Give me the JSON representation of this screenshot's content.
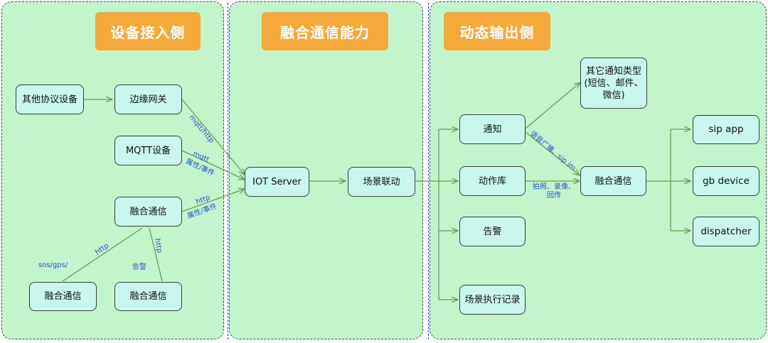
{
  "panels": {
    "access": {
      "title": "设备接入侧"
    },
    "core": {
      "title": "融合通信能力"
    },
    "output": {
      "title": "动态输出侧"
    }
  },
  "nodes": {
    "other_devices": "其他协议设备",
    "edge_gateway": "边缘网关",
    "mqtt_device": "MQTT设备",
    "rhtx_left": "融合通信",
    "rhtx_bottom_left": "融合通信",
    "rhtx_bottom_right": "融合通信",
    "iot_server": "IOT Server",
    "scene_linkage": "场景联动",
    "notify": "通知",
    "action_lib": "动作库",
    "alarm": "告警",
    "scene_record": "场景执行记录",
    "other_notify_l1": "其它通知类型",
    "other_notify_l2": "(短信、邮件、",
    "other_notify_l3": "微信)",
    "rhtx_right": "融合通信",
    "sip_app": "sip app",
    "gb_device": "gb device",
    "dispatcher": "dispatcher"
  },
  "edge_labels": {
    "mqtt_http": "mqtt/http",
    "mqtt": "mqtt",
    "attr_event_1": "属性/事件",
    "http_1": "http",
    "attr_event_2": "属性/事件",
    "http_2": "http",
    "http_3": "http",
    "sos_gps": "sos/gps/",
    "alarm_label": "告警",
    "voice_sip": "语音广播、sip im",
    "photo_l1": "拍照、录像、",
    "photo_l2": "回传"
  },
  "colors": {
    "panel_bg": "#c2f5cc",
    "title_bg": "#f6a93b",
    "node_bg": "#c9f7ee",
    "edge": "#6b9e55",
    "label": "#1f57c9"
  }
}
